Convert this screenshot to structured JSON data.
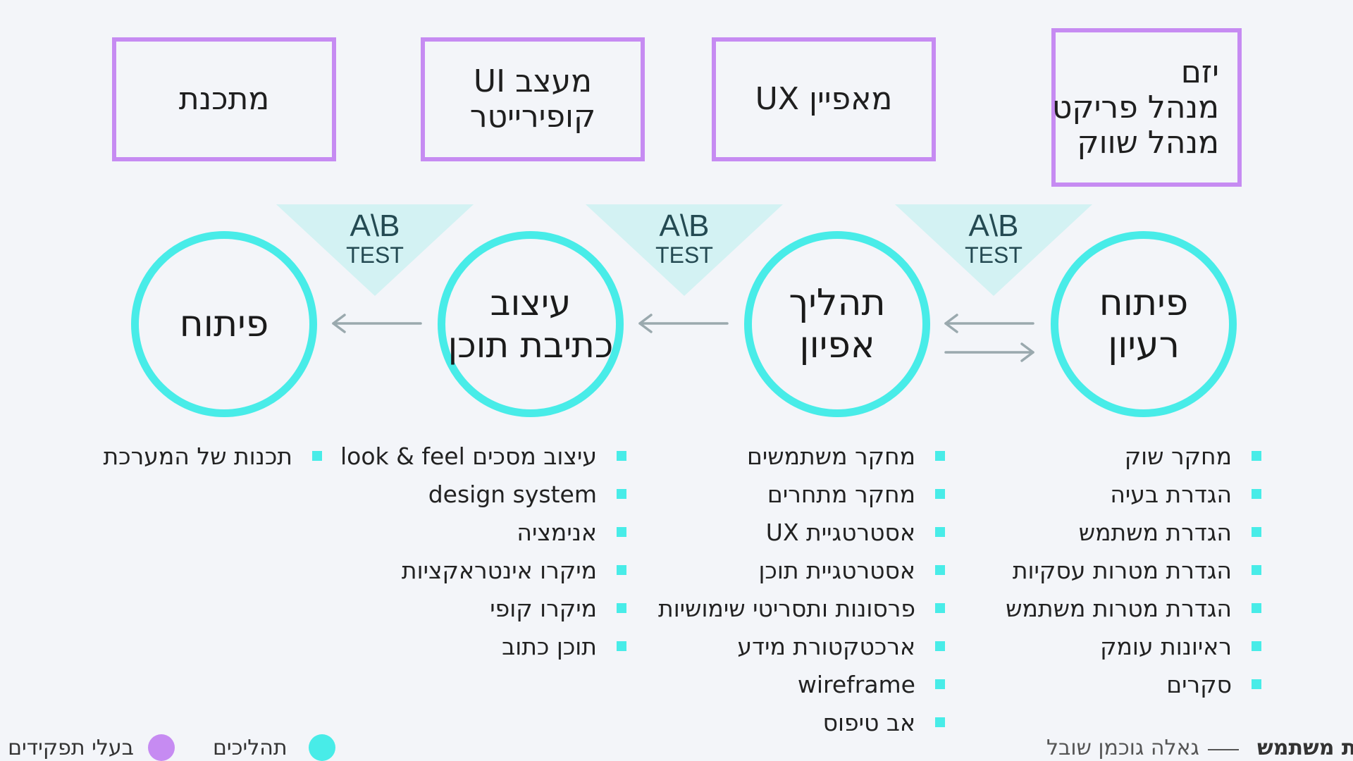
{
  "roles": [
    {
      "lines": [
        "יזם",
        "מנהל פריקט",
        "מנהל שווק"
      ]
    },
    {
      "lines": [
        "מאפיין UX"
      ]
    },
    {
      "lines": [
        "מעצב UI",
        "קופירייטר"
      ]
    },
    {
      "lines": [
        "מתכנת"
      ]
    }
  ],
  "ab_tests": [
    {
      "ab": "A\\B",
      "test": "TEST"
    },
    {
      "ab": "A\\B",
      "test": "TEST"
    },
    {
      "ab": "A\\B",
      "test": "TEST"
    }
  ],
  "processes": [
    {
      "lines": [
        "פיתוח",
        "רעיון"
      ]
    },
    {
      "lines": [
        "תהליך",
        "אפיון"
      ]
    },
    {
      "lines": [
        "עיצוב",
        "כתיבת תוכן"
      ]
    },
    {
      "lines": [
        "פיתוח"
      ]
    }
  ],
  "lists": [
    {
      "items": [
        "מחקר שוק",
        "הגדרת בעיה",
        "הגדרת משתמש",
        "הגדרת מטרות עסקיות",
        "הגדרת מטרות משתמש",
        "ראיונות עומק",
        "סקרים"
      ]
    },
    {
      "items": [
        "מחקר משתמשים",
        "מחקר מתחרים",
        "אסטרטגיית UX",
        "אסטרטגיית תוכן",
        "פרסונות ותסריטי שימושיות",
        "ארכטקטורת מידע",
        "wireframe",
        "אב טיפוס"
      ]
    },
    {
      "items": [
        "עיצוב מסכים look & feel",
        "design system",
        "אנימציה",
        "מיקרו אינטראקציות",
        "מיקרו קופי",
        "תוכן כתוב"
      ]
    },
    {
      "items": [
        "תכנות של המערכת"
      ]
    }
  ],
  "footer": {
    "title_fragment": "ת משתמש",
    "author": "גאלה גוכמן שובל",
    "legend": [
      {
        "label": "תהליכים",
        "color": "#48ece8"
      },
      {
        "label": "בעלי תפקידים",
        "color": "#c68bf2"
      }
    ]
  },
  "colors": {
    "background": "#f3f5f9",
    "role_border": "#c68bf2",
    "circle": "#48ece8",
    "triangle": "#d3f2f3",
    "arrow": "#9aa9ae"
  }
}
